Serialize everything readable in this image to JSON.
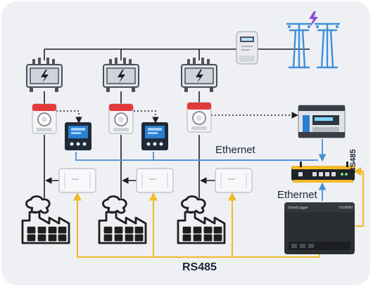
{
  "labels": {
    "ethernet_top": "Ethernet",
    "ethernet_right": "Ethernet",
    "rs485_bottom": "RS485",
    "rs485_side": "RS485"
  },
  "devices": {
    "logger_brand_left": "SmartLogger",
    "logger_brand_right": "HUAWEI"
  },
  "colors": {
    "ac_line": "#1e1e1e",
    "ethernet": "#4a8fd6",
    "rs485": "#f2b928",
    "pylon": "#3f8fd8",
    "lightning": "#8a4fd0",
    "meter_screen": "#2a7fd0",
    "background": "#eef0f4"
  },
  "icons": [
    "transformer-icon",
    "current-transformer-icon",
    "power-meter-icon",
    "inverter-icon",
    "factory-icon",
    "energy-meter-icon",
    "pylon-icon",
    "lightning-icon",
    "router-icon",
    "data-logger-icon"
  ]
}
